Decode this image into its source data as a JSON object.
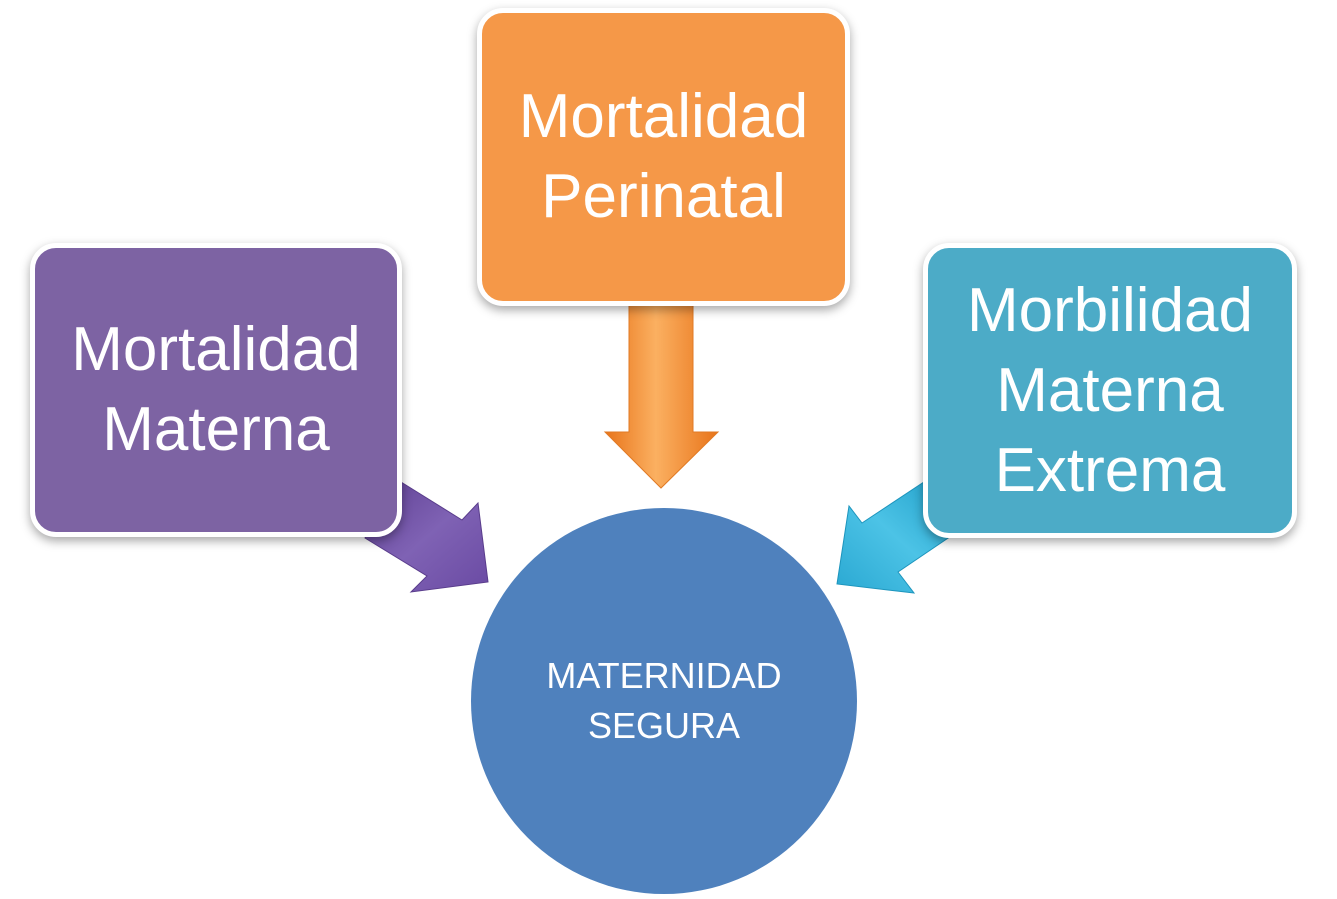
{
  "diagram": {
    "center": {
      "lines": [
        "MATERNIDAD",
        "SEGURA"
      ],
      "color": "#4f81bd"
    },
    "boxes": [
      {
        "id": "materna",
        "lines": [
          "Mortalidad",
          "Materna"
        ],
        "color": "#7d63a3",
        "arrow_color": "#6e52a0"
      },
      {
        "id": "perinatal",
        "lines": [
          "Mortalidad",
          "Perinatal"
        ],
        "color": "#f59848",
        "arrow_color": "#f7891f"
      },
      {
        "id": "morbilidad",
        "lines": [
          "Morbilidad",
          "Materna",
          "Extrema"
        ],
        "color": "#4cabc7",
        "arrow_color": "#2eaed6"
      }
    ],
    "connections": [
      {
        "from": "materna",
        "to": "center"
      },
      {
        "from": "perinatal",
        "to": "center"
      },
      {
        "from": "morbilidad",
        "to": "center"
      }
    ]
  }
}
